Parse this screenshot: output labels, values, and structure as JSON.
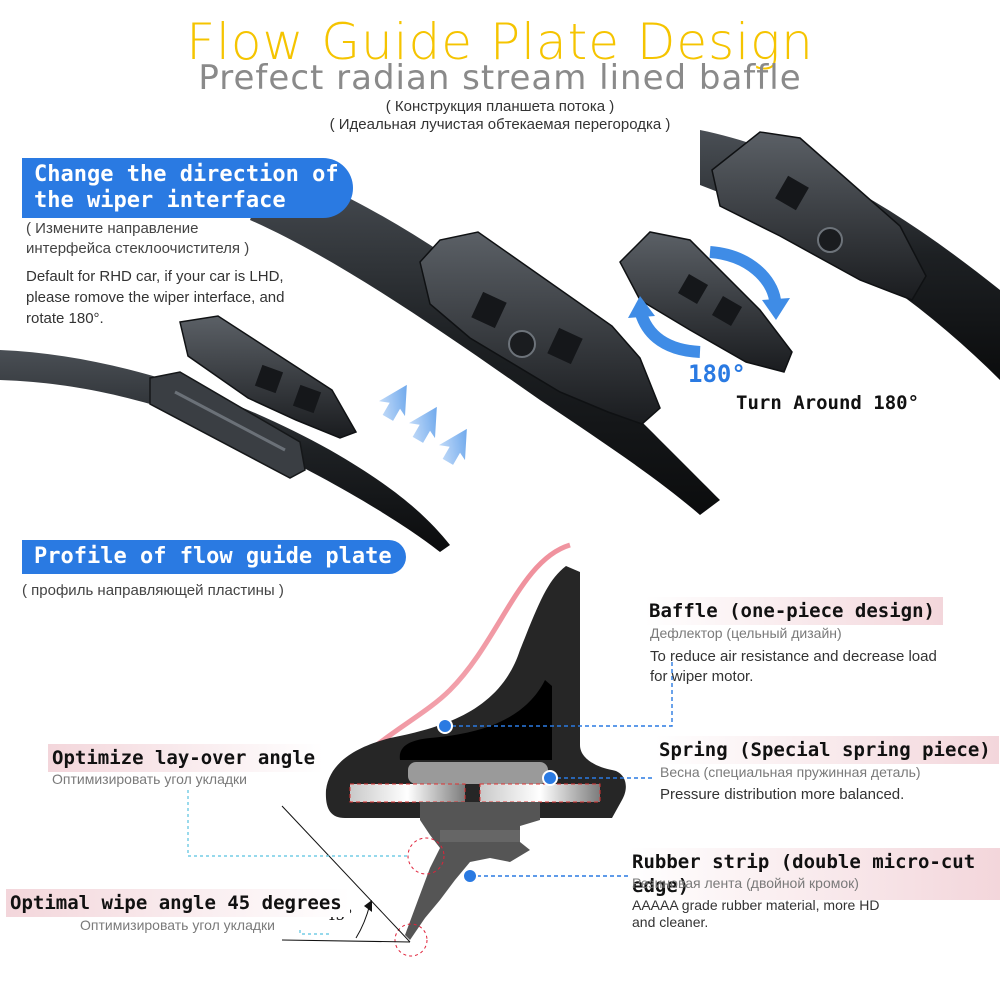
{
  "header": {
    "title": "Flow Guide Plate Design",
    "title_color": "#f5c400",
    "subtitle": "Prefect radian stream lined baffle",
    "ru_line1": "( Конструкция планшета потока )",
    "ru_line2": "( Идеальная лучистая обтекаемая перегородка )"
  },
  "direction_section": {
    "pill_line1": "Change the direction of",
    "pill_line2": "the wiper interface",
    "ru_line1": "( Измените направление",
    "ru_line2": "интерфейса стеклоочистителя )",
    "desc_line1": "Default for RHD car, if your car is LHD,",
    "desc_line2": "please romove the wiper interface, and",
    "desc_line3": "rotate 180°.",
    "rotate_label": "180°",
    "turn_label": "Turn Around 180°"
  },
  "profile_section": {
    "pill": "Profile of flow guide plate",
    "ru": "( профиль направляющей пластины )"
  },
  "callouts": {
    "baffle": {
      "title": "Baffle (one-piece design)",
      "ru": "Дефлектор (цельный дизайн)",
      "desc_line1": "To reduce air resistance and decrease load",
      "desc_line2": "for wiper motor."
    },
    "spring": {
      "title": "Spring (Special spring piece)",
      "ru": "Весна (специальная пружинная деталь)",
      "desc": "Pressure distribution more balanced."
    },
    "rubber": {
      "title": "Rubber strip (double micro-cut edge)",
      "ru": "Резиновая лента (двойной кромок)",
      "desc_line1": "AAAAA grade rubber material, more HD",
      "desc_line2": "and cleaner."
    },
    "layover": {
      "title": "Optimize lay-over angle",
      "ru": "Оптимизировать угол укладки"
    },
    "wipe_angle": {
      "title": "Optimal wipe angle 45 degrees",
      "ru": "Оптимизировать угол укладки",
      "angle_label": "45°"
    }
  },
  "colors": {
    "accent_blue": "#2a7ae2",
    "callout_dot": "#2a7ae2",
    "airflow_red": "#e0223a"
  }
}
